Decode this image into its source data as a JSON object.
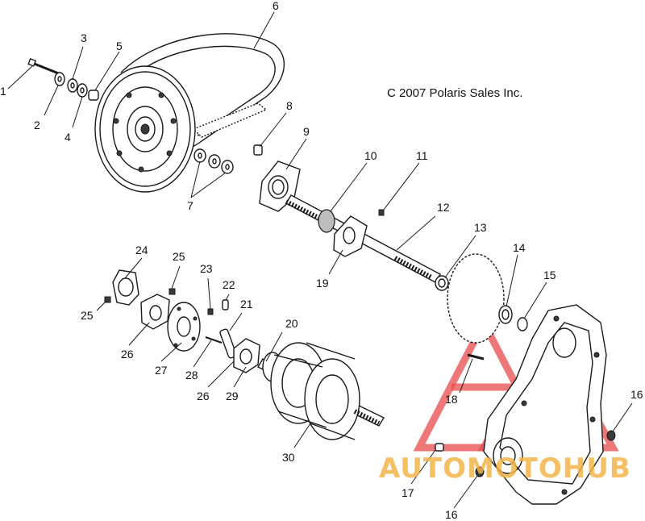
{
  "diagram": {
    "copyright": "C 2007 Polaris Sales Inc.",
    "callouts": [
      "1",
      "2",
      "3",
      "4",
      "5",
      "6",
      "7",
      "8",
      "9",
      "10",
      "11",
      "12",
      "13",
      "14",
      "15",
      "16",
      "16",
      "17",
      "18",
      "19",
      "20",
      "21",
      "22",
      "23",
      "24",
      "25",
      "25",
      "26",
      "26",
      "27",
      "28",
      "29",
      "30"
    ]
  },
  "watermark": {
    "text": "AUTOMOTOHUB",
    "color_text": "#f4b44a",
    "color_logo": "#e84a4a"
  }
}
